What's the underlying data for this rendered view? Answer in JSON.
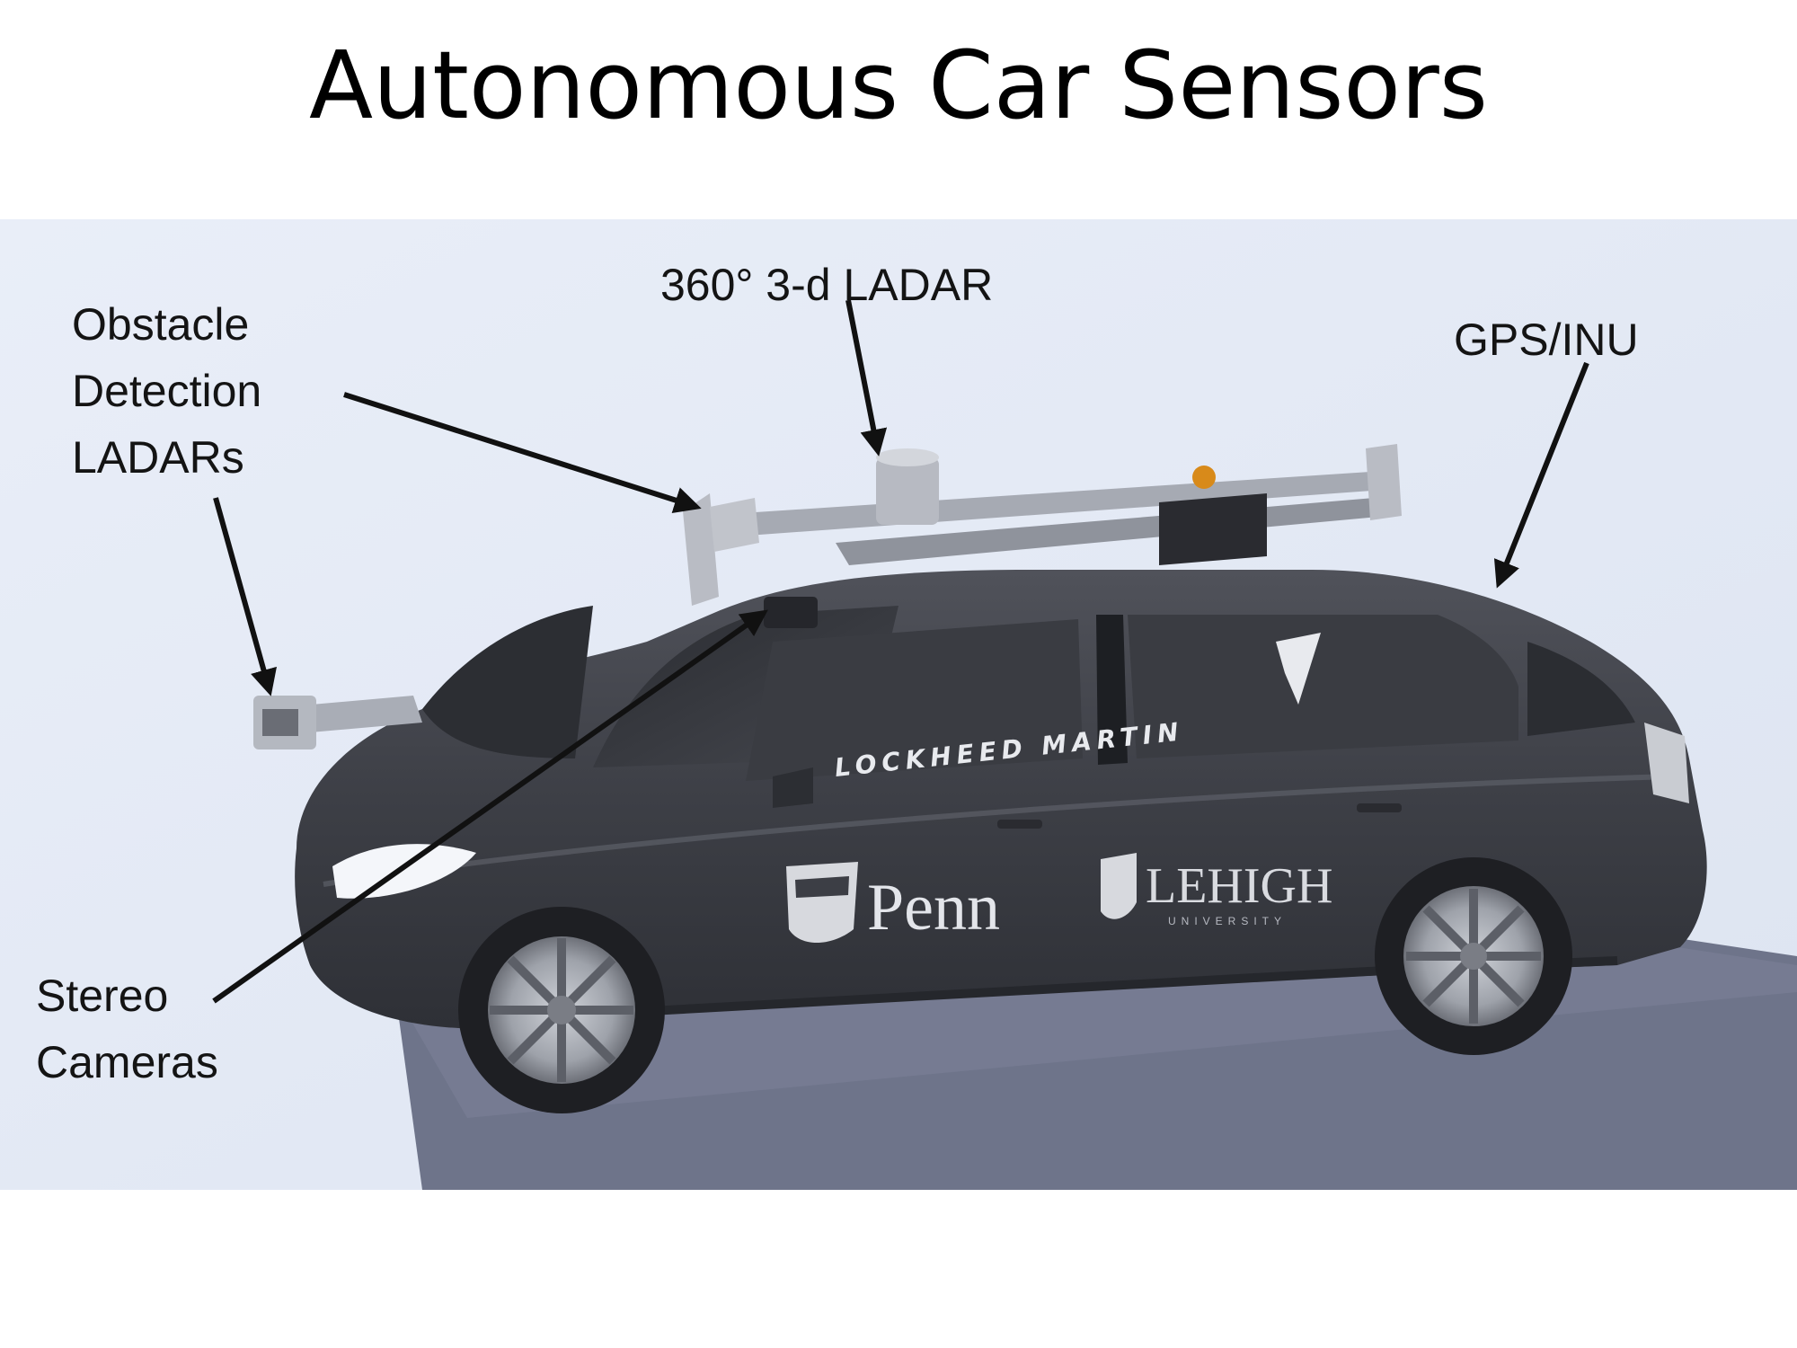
{
  "slide": {
    "title": "Autonomous Car Sensors"
  },
  "labels": {
    "ladar360": "360° 3-d LADAR",
    "obstacle": "Obstacle\nDetection\nLADARs",
    "gps": "GPS/INU",
    "stereo": "Stereo\nCameras"
  },
  "car_text": {
    "sponsor": "LOCKHEED MARTIN",
    "university1": "Penn",
    "university2": "LEHIGH",
    "university2_sub": "UNIVERSITY"
  },
  "colors": {
    "backdrop": "#e6ecf6",
    "car_body": "#3c3e45",
    "ground_shadow": "#6b7187",
    "arrow": "#111111"
  }
}
